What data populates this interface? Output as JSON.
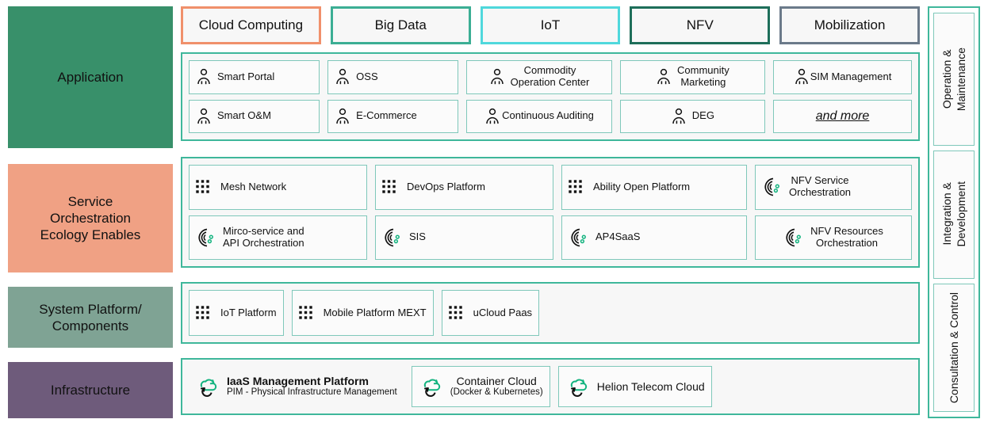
{
  "layers": [
    {
      "id": "application",
      "label": "Application",
      "color": "#38906A"
    },
    {
      "id": "service",
      "label": "Service\nOrchestration\nEcology Enables",
      "color": "#F0A184"
    },
    {
      "id": "system",
      "label": "System Platform/\nComponents",
      "color": "#7FA394"
    },
    {
      "id": "infrastructure",
      "label": "Infrastructure",
      "color": "#6E5B7B"
    }
  ],
  "categories": [
    {
      "label": "Cloud Computing",
      "border": "#F0906B"
    },
    {
      "label": "Big Data",
      "border": "#3BAE94"
    },
    {
      "label": "IoT",
      "border": "#4FD8DC"
    },
    {
      "label": "NFV",
      "border": "#1E6E5A"
    },
    {
      "label": "Mobilization",
      "border": "#6B7A8A"
    }
  ],
  "application": {
    "row1": [
      {
        "label": "Smart Portal",
        "icon": "person-icon"
      },
      {
        "label": "OSS",
        "icon": "person-icon"
      },
      {
        "label": "Commodity\nOperation Center",
        "icon": "person-icon"
      },
      {
        "label": "Community\nMarketing",
        "icon": "person-icon"
      },
      {
        "label": "SIM Management",
        "icon": "person-icon"
      }
    ],
    "row2": [
      {
        "label": "Smart O&M",
        "icon": "person-icon"
      },
      {
        "label": "E-Commerce",
        "icon": "person-icon"
      },
      {
        "label": "Continuous Auditing",
        "icon": "person-icon"
      },
      {
        "label": "DEG",
        "icon": "person-icon"
      },
      {
        "label": "and more",
        "icon": "none"
      }
    ]
  },
  "service": {
    "row1": [
      {
        "label": "Mesh Network",
        "icon": "dot-grid-icon"
      },
      {
        "label": "DevOps Platform",
        "icon": "dot-grid-icon"
      },
      {
        "label": "Ability Open Platform",
        "icon": "dot-grid-icon"
      },
      {
        "label": "NFV Service\nOrchestration",
        "icon": "orchestration-icon"
      }
    ],
    "row2": [
      {
        "label": "Mirco-service and\nAPI Orchestration",
        "icon": "orchestration-icon"
      },
      {
        "label": "SIS",
        "icon": "orchestration-icon"
      },
      {
        "label": "AP4SaaS",
        "icon": "orchestration-icon"
      },
      {
        "label": "NFV Resources\nOrchestration",
        "icon": "orchestration-icon"
      }
    ]
  },
  "system": {
    "items": [
      {
        "label": "IoT Platform",
        "icon": "dot-grid-icon"
      },
      {
        "label": "Mobile Platform MEXT",
        "icon": "dot-grid-icon"
      },
      {
        "label": "uCloud Paas",
        "icon": "dot-grid-icon"
      }
    ]
  },
  "infrastructure": {
    "items": [
      {
        "label": "IaaS Management Platform",
        "sub": "PIM - Physical Infrastructure Management",
        "icon": "cloud-refresh-icon",
        "bordered": false
      },
      {
        "label": "Container Cloud",
        "sub": "(Docker & Kubernetes)",
        "icon": "cloud-refresh-icon",
        "bordered": true
      },
      {
        "label": "Helion Telecom Cloud",
        "sub": "",
        "icon": "cloud-refresh-icon",
        "bordered": true
      }
    ]
  },
  "sidebar": {
    "panels": [
      {
        "label": "Operation &\nMaintenance"
      },
      {
        "label": "Integration &\nDevelopment"
      },
      {
        "label": "Consultation & Control"
      }
    ]
  },
  "theme": {
    "container_border": "#3FB79B",
    "cell_border": "#7FC8BA",
    "cell_bg": "#FBFBFB",
    "group_bg": "#F7F7F7",
    "icon_green": "#13B37F"
  }
}
